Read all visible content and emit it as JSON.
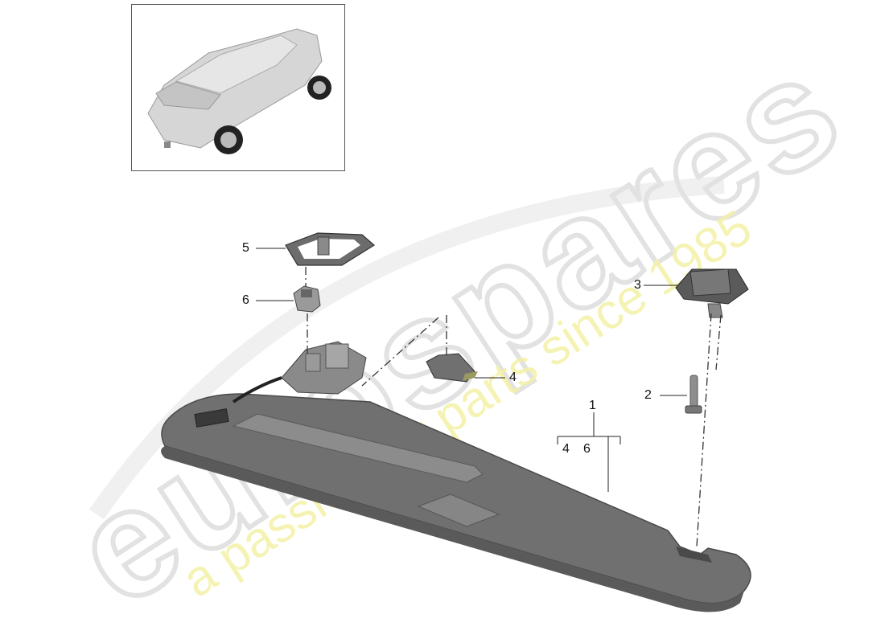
{
  "diagram": {
    "type": "exploded-parts-diagram",
    "subject": "Sun visor assembly",
    "thumbnail": {
      "label": "vehicle-overview",
      "description": "SUV rear 3/4 view"
    },
    "callouts": [
      {
        "id": "1",
        "label": "1",
        "sub_labels": [
          "4",
          "6"
        ]
      },
      {
        "id": "2",
        "label": "2"
      },
      {
        "id": "3",
        "label": "3"
      },
      {
        "id": "4",
        "label": "4"
      },
      {
        "id": "5",
        "label": "5"
      },
      {
        "id": "6",
        "label": "6"
      }
    ],
    "bracket_sub_labels": "4  6"
  },
  "watermark": {
    "brand": "eurospares",
    "tagline": "a passion for parts since 1985",
    "brand_color": "#e8e8e8",
    "tagline_color": "#f3f0a0"
  },
  "colors": {
    "visor": "#6f6f6f",
    "visor_dark": "#4a4a4a",
    "part_dark": "#555555",
    "line": "#222222"
  }
}
